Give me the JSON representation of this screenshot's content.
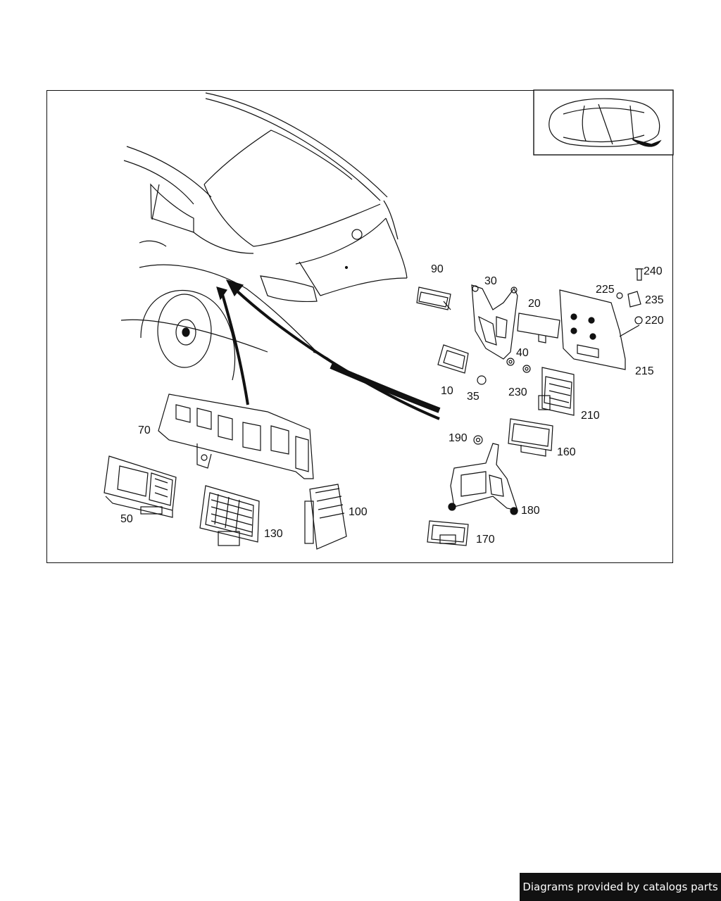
{
  "callouts": {
    "c10": "10",
    "c20": "20",
    "c30": "30",
    "c35": "35",
    "c40": "40",
    "c50": "50",
    "c70": "70",
    "c90": "90",
    "c100": "100",
    "c130": "130",
    "c160": "160",
    "c170": "170",
    "c180": "180",
    "c190": "190",
    "c210": "210",
    "c215": "215",
    "c220": "220",
    "c225": "225",
    "c230": "230",
    "c235": "235",
    "c240": "240"
  },
  "footer": {
    "text": "Diagrams provided by catalogs parts"
  },
  "colors": {
    "line": "#111111",
    "background": "#ffffff",
    "footer_bg": "#111111",
    "footer_text": "#ffffff"
  }
}
